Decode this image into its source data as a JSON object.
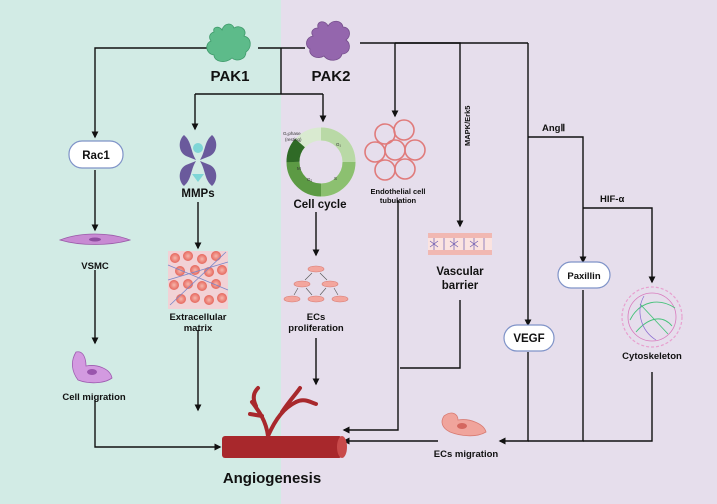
{
  "colors": {
    "left_panel": "#d2ebe5",
    "right_panel": "#e6deec",
    "pak1": "#5dbb8a",
    "pak2": "#9466ad",
    "mmp": "#6a5a9c",
    "vessel": "#a8282c"
  },
  "icons": {
    "pak1": "pak1-protein-icon",
    "pak2": "pak2-protein-icon",
    "mmps": "mmp-enzyme-icon",
    "cell_cycle": "cell-cycle-ring-icon",
    "tubulation": "endothelial-tubulation-icon",
    "vascular_barrier": "vascular-barrier-icon",
    "vsmc": "vsmc-cell-icon",
    "ecm": "extracellular-matrix-icon",
    "ecs_proliferation": "ec-proliferation-icon",
    "cytoskeleton": "cytoskeleton-icon",
    "cell_migration": "migrating-cell-icon",
    "ecs_migration": "migrating-ec-icon",
    "angiogenesis": "blood-vessel-icon"
  },
  "labels": {
    "pak1": "PAK1",
    "pak2": "PAK2",
    "rac1": "Rac1",
    "mmps": "MMPs",
    "cell_cycle": "Cell cycle",
    "tubulation_1": "Endothelial cell",
    "tubulation_2": "tubulation",
    "mapk": "MAPK/Erk5",
    "angii": "AngⅡ",
    "hif": "HIF-α",
    "vsmc": "VSMC",
    "ecm_1": "Extracellular",
    "ecm_2": "matrix",
    "ecs_prolif_1": "ECs",
    "ecs_prolif_2": "proliferation",
    "barrier_1": "Vascular",
    "barrier_2": "barrier",
    "vegf": "VEGF",
    "paxillin": "Paxillin",
    "cytoskeleton": "Cytoskeleton",
    "cell_migration": "Cell migration",
    "ecs_migration": "ECs migration",
    "angiogenesis": "Angiogenesis",
    "cc_g0": "G₀phase",
    "cc_g0_sub": "(resting)",
    "cc_g1": "G₁",
    "cc_s": "S",
    "cc_g2": "G₂",
    "cc_m": "M"
  }
}
